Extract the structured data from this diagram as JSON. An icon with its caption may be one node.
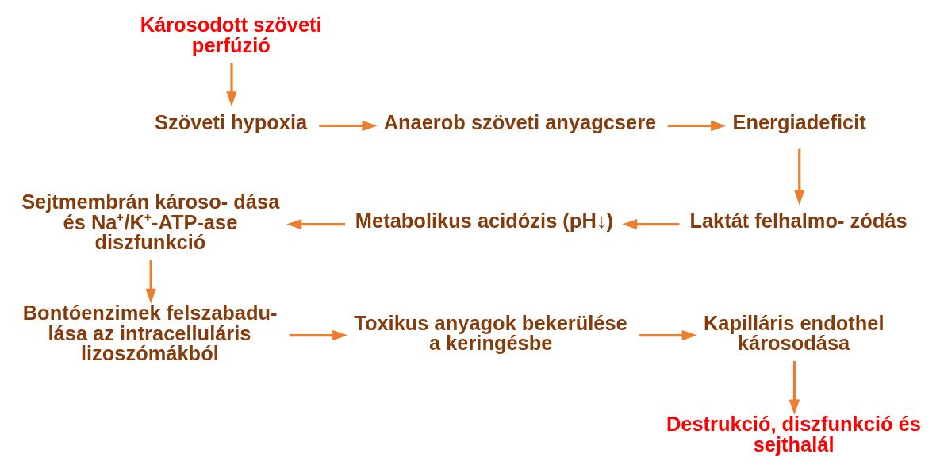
{
  "diagram": {
    "nodes": [
      {
        "text": [
          "Károsodott szöveti perfúzió"
        ]
      },
      {
        "text": [
          "Szöveti hypoxia"
        ]
      },
      {
        "text": [
          "Anaerob szöveti anyagcsere"
        ]
      },
      {
        "text": [
          "Energiadeficit"
        ]
      },
      {
        "text": [
          "Laktát felhalmo- zódás"
        ]
      },
      {
        "text": [
          "Metabolikus acidózis (pH↓)"
        ]
      },
      {
        "text": [
          "Sejtmembrán károso- dása és Na⁺/K⁺-ATP-ase diszfunkció"
        ]
      },
      {
        "text": [
          "Bontóenzimek felszabadu- lása az intracelluláris lizoszómákból"
        ]
      },
      {
        "text": [
          "Toxikus anyagok bekerülése a keringésbe"
        ]
      },
      {
        "text": [
          "Kapilláris endothel károsodása"
        ]
      },
      {
        "text": [
          "Destrukció, diszfunkció és sejthalál"
        ]
      }
    ],
    "edges": [
      {
        "from": 0,
        "to": 1,
        "arrow": "to"
      },
      {
        "from": 1,
        "to": 2,
        "arrow": "to"
      },
      {
        "from": 2,
        "to": 3,
        "arrow": "to"
      },
      {
        "from": 3,
        "to": 4,
        "arrow": "to"
      },
      {
        "from": 4,
        "to": 5,
        "arrow": "to"
      },
      {
        "from": 5,
        "to": 6,
        "arrow": "to"
      },
      {
        "from": 6,
        "to": 7,
        "arrow": "to"
      },
      {
        "from": 7,
        "to": 8,
        "arrow": "to"
      },
      {
        "from": 8,
        "to": 9,
        "arrow": "to"
      },
      {
        "from": 9,
        "to": 10,
        "arrow": "to"
      }
    ]
  }
}
